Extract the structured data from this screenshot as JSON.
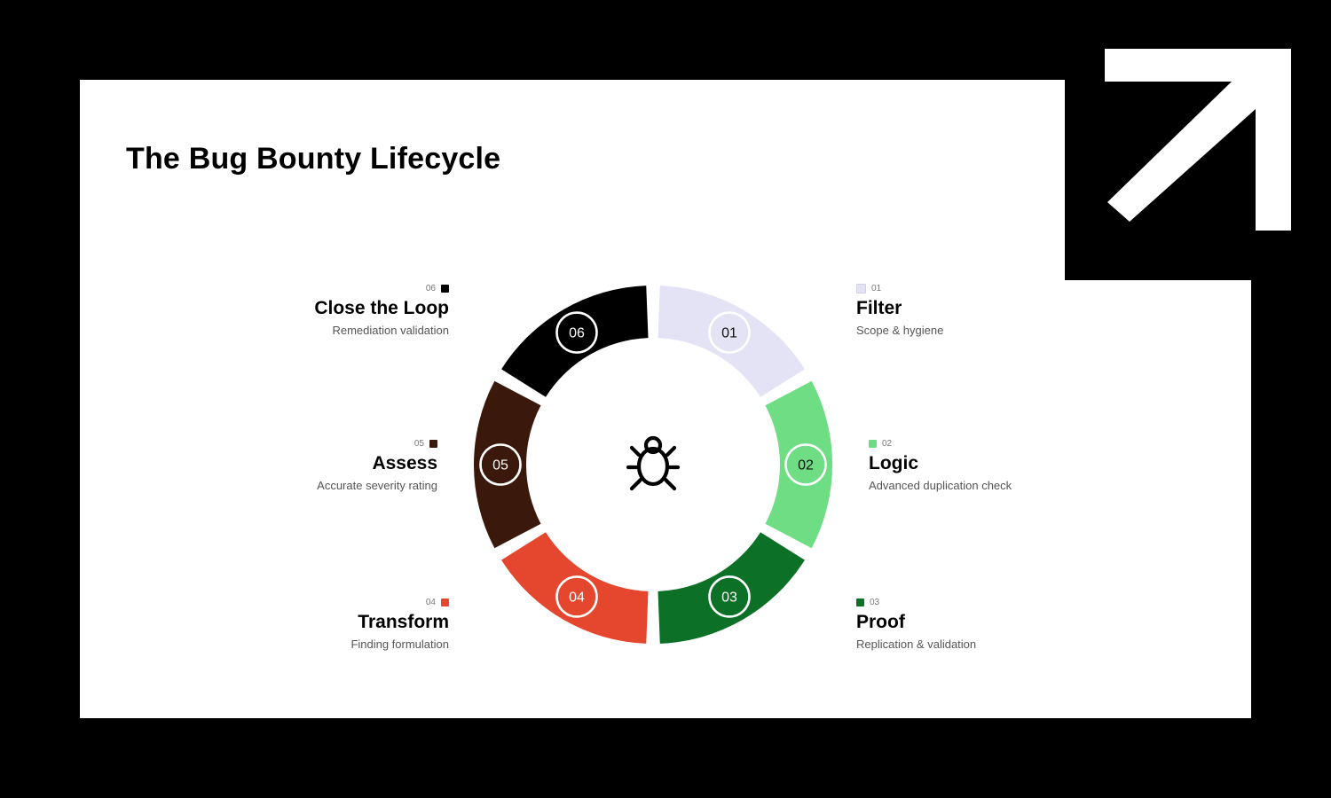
{
  "slide": {
    "title": "The Bug Bounty Lifecycle"
  },
  "center_icon": "bug-icon",
  "corner_icon": "arrow-up-right-icon",
  "steps": [
    {
      "num": "01",
      "name": "Filter",
      "desc": "Scope & hygiene",
      "color": "#e4e3f6"
    },
    {
      "num": "02",
      "name": "Logic",
      "desc": "Advanced duplication check",
      "color": "#6edd84"
    },
    {
      "num": "03",
      "name": "Proof",
      "desc": "Replication & validation",
      "color": "#0c7026"
    },
    {
      "num": "04",
      "name": "Transform",
      "desc": "Finding formulation",
      "color": "#e4472d"
    },
    {
      "num": "05",
      "name": "Assess",
      "desc": "Accurate severity rating",
      "color": "#3a180c"
    },
    {
      "num": "06",
      "name": "Close the Loop",
      "desc": "Remediation validation",
      "color": "#000000"
    }
  ]
}
